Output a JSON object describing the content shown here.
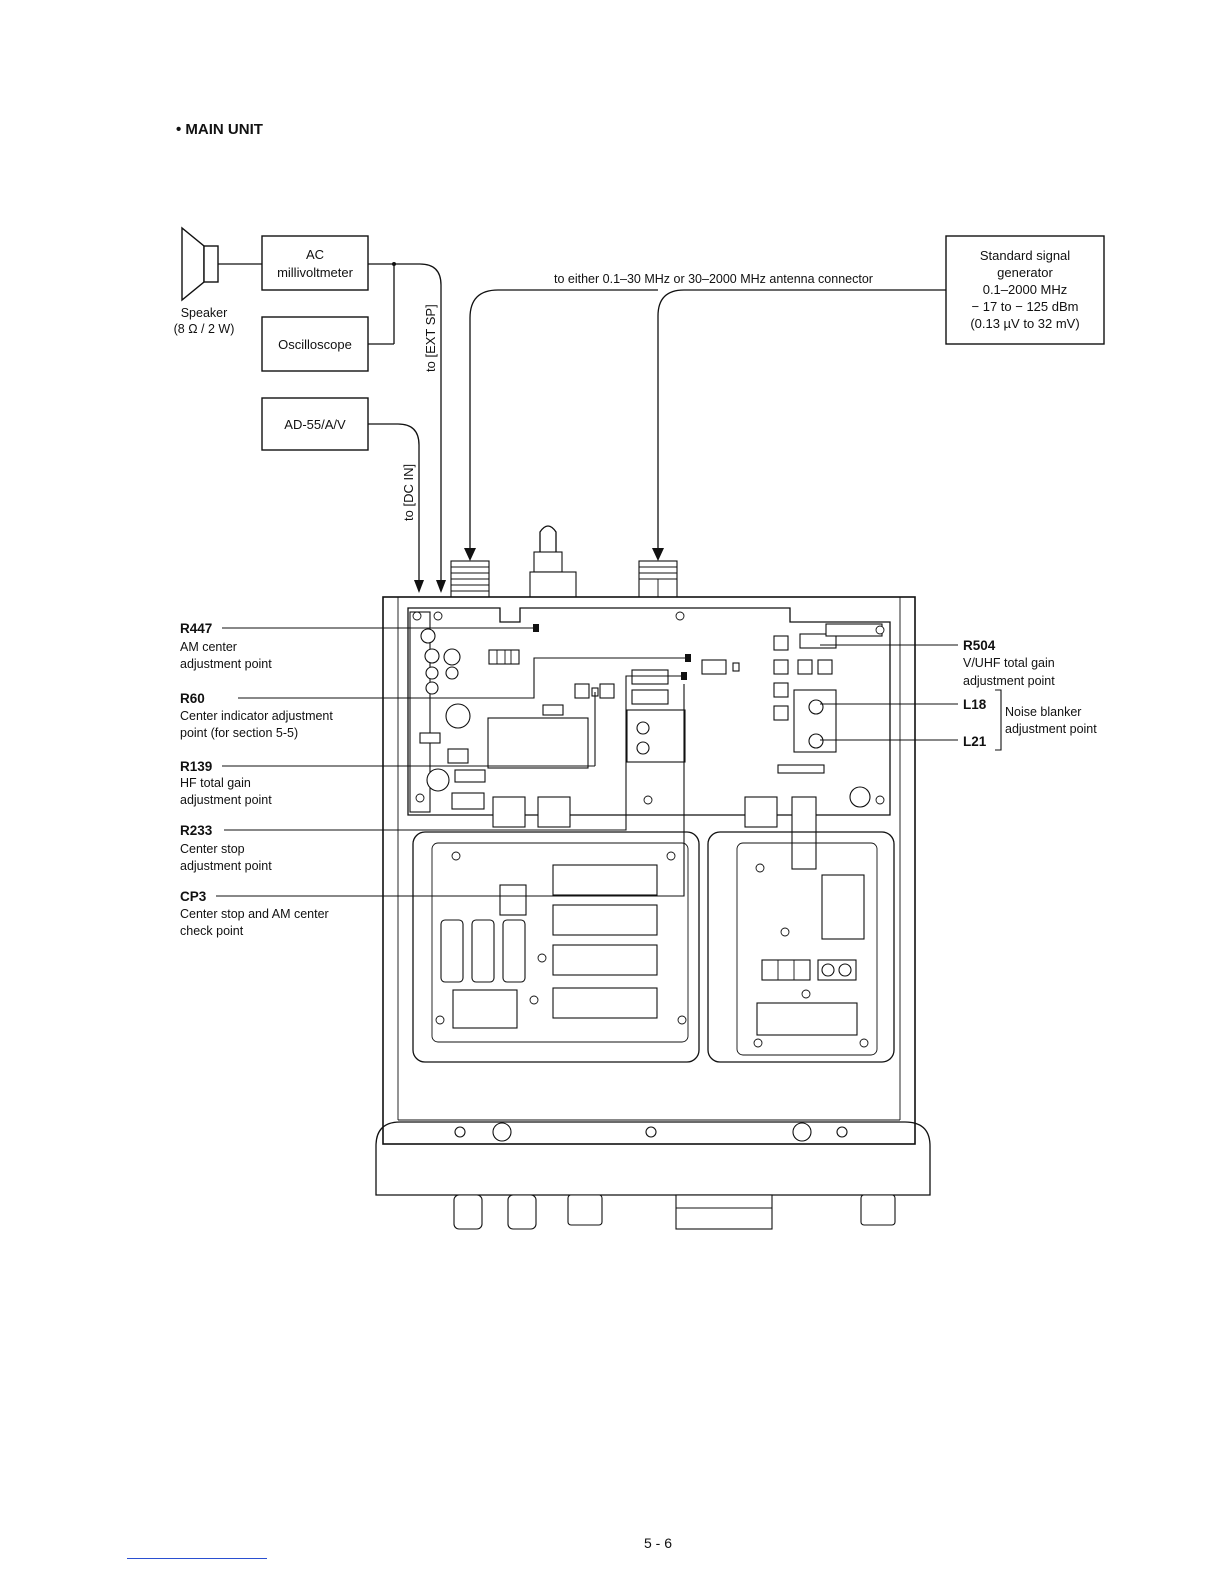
{
  "section_title": "• MAIN UNIT",
  "equipment": {
    "ac_millivoltmeter": [
      "AC",
      "millivoltmeter"
    ],
    "oscilloscope": "Oscilloscope",
    "speaker": [
      "Speaker",
      "(8 Ω / 2 W)"
    ],
    "power_supply": "AD-55/A/V",
    "signal_generator": [
      "Standard signal",
      "generator",
      "0.1–2000 MHz",
      "− 17 to  − 125 dBm",
      "(0.13 µV to 32 mV)"
    ]
  },
  "connections": {
    "ext_sp": "to [EXT SP]",
    "dc_in": "to [DC IN]",
    "antenna": "to either 0.1–30 MHz or 30–2000 MHz antenna connector"
  },
  "left_labels": [
    {
      "id": "R447",
      "desc": [
        "AM center",
        "adjustment point"
      ]
    },
    {
      "id": "R60",
      "desc": [
        "Center indicator adjustment",
        "point (for section 5-5)"
      ]
    },
    {
      "id": "R139",
      "desc": [
        "HF total gain",
        "adjustment point"
      ]
    },
    {
      "id": "R233",
      "desc": [
        "Center stop",
        "adjustment point"
      ]
    },
    {
      "id": "CP3",
      "desc": [
        "Center stop and AM center",
        "check point"
      ]
    }
  ],
  "right_labels": [
    {
      "id": "R504",
      "desc": [
        "V/UHF total gain",
        "adjustment point"
      ]
    },
    {
      "id": "L18",
      "desc": []
    },
    {
      "id": "L21",
      "desc": []
    }
  ],
  "noise_blanker_label": [
    "Noise blanker",
    "adjustment point"
  ],
  "page_number": "5 - 6"
}
